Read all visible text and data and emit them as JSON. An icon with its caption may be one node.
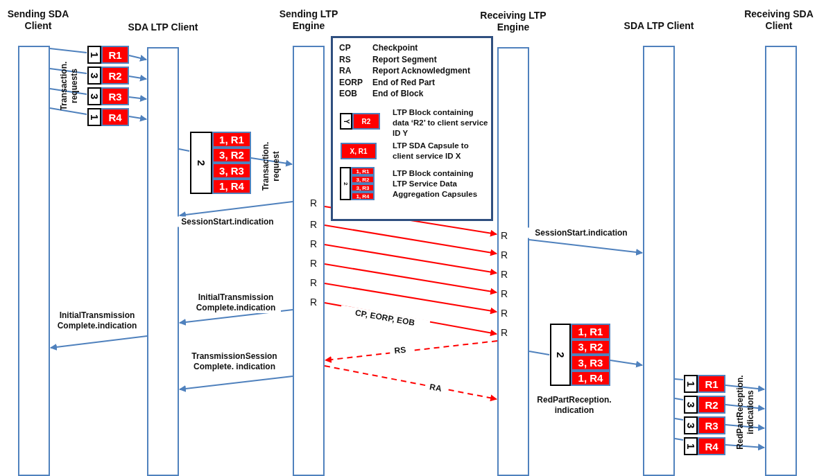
{
  "diagram": {
    "nodes": [
      {
        "text": [
          "Sending SDA Client"
        ]
      },
      {
        "text": [
          "SDA LTP Client"
        ]
      },
      {
        "text": [
          "Sending LTP Engine"
        ]
      },
      {
        "text": [
          "Receiving LTP Engine"
        ]
      },
      {
        "text": [
          "SDA LTP Client"
        ]
      },
      {
        "text": [
          "Receiving SDA Client"
        ]
      },
      {
        "text": [
          "CP",
          "Checkpoint",
          "RS",
          "Report Segment",
          "RA",
          "Report Acknowledgment",
          "EORP",
          "End of Red Part",
          "EOB",
          "End of Block"
        ]
      },
      {
        "text": [
          "Y",
          "R2"
        ],
        "in": 6,
        "beside": [
          "LTP Block containing data ‘R2’ to client service ID Y"
        ]
      },
      {
        "text": [
          "X, R1"
        ],
        "in": 6,
        "beside": [
          "LTP SDA Capsule to client service ID X"
        ]
      },
      {
        "text": [
          "2",
          "1, R1",
          "3, R2",
          "3, R3",
          "1, R4"
        ],
        "in": 6,
        "beside": [
          "LTP Block containing LTP Service Data Aggregation Capsules"
        ]
      },
      {
        "text": [
          "1",
          "R1"
        ]
      },
      {
        "text": [
          "3",
          "R2"
        ]
      },
      {
        "text": [
          "3",
          "R3"
        ]
      },
      {
        "text": [
          "1",
          "R4"
        ]
      },
      {
        "text": [
          "2",
          "1, R1",
          "3, R2",
          "3, R3",
          "1, R4"
        ]
      },
      {
        "text": [
          "2",
          "1, R1",
          "3, R2",
          "3, R3",
          "1, R4"
        ],
        "beside": [
          "RedPartReception. indication"
        ]
      },
      {
        "text": [
          "1",
          "R1"
        ]
      },
      {
        "text": [
          "3",
          "R2"
        ]
      },
      {
        "text": [
          "3",
          "R3"
        ]
      },
      {
        "text": [
          "1",
          "R4"
        ]
      }
    ],
    "edges": [
      {
        "from": 0,
        "to": 10,
        "arrow": "none"
      },
      {
        "from": 10,
        "to": 1,
        "arrow": "to"
      },
      {
        "from": 0,
        "to": 11,
        "arrow": "none"
      },
      {
        "from": 11,
        "to": 1,
        "arrow": "to"
      },
      {
        "from": 0,
        "to": 12,
        "arrow": "none"
      },
      {
        "from": 12,
        "to": 1,
        "arrow": "to"
      },
      {
        "from": 0,
        "to": 13,
        "arrow": "none"
      },
      {
        "from": 13,
        "to": 1,
        "arrow": "to"
      },
      {
        "from": 1,
        "to": 14,
        "arrow": "none"
      },
      {
        "from": 14,
        "to": 2,
        "arrow": "to",
        "label": "Transaction. request"
      },
      {
        "from": 2,
        "to": 1,
        "arrow": "to",
        "label": "SessionStart.indication"
      },
      {
        "from": 2,
        "to": 3,
        "arrow": "to",
        "color": "#ff0000"
      },
      {
        "from": 2,
        "to": 3,
        "arrow": "to",
        "color": "#ff0000"
      },
      {
        "from": 2,
        "to": 3,
        "arrow": "to",
        "color": "#ff0000"
      },
      {
        "from": 2,
        "to": 3,
        "arrow": "to",
        "color": "#ff0000"
      },
      {
        "from": 2,
        "to": 3,
        "arrow": "to",
        "color": "#ff0000"
      },
      {
        "from": 2,
        "to": 3,
        "arrow": "to",
        "color": "#ff0000",
        "label": "CP, EORP, EOB"
      },
      {
        "from": 3,
        "to": 4,
        "arrow": "to",
        "label": "SessionStart.indication"
      },
      {
        "from": 2,
        "to": 1,
        "arrow": "to",
        "label": "InitialTransmission Complete.indication"
      },
      {
        "from": 1,
        "to": 0,
        "arrow": "to",
        "label": "InitialTransmission Complete.indication"
      },
      {
        "from": 3,
        "to": 2,
        "arrow": "to",
        "style": "dashed",
        "color": "#ff0000",
        "label": "RS"
      },
      {
        "from": 2,
        "to": 3,
        "arrow": "to",
        "style": "dashed",
        "color": "#ff0000",
        "label": "RA"
      },
      {
        "from": 2,
        "to": 1,
        "arrow": "to",
        "label": "TransmissionSession Complete. indication"
      },
      {
        "from": 3,
        "to": 15,
        "arrow": "none"
      },
      {
        "from": 15,
        "to": 4,
        "arrow": "to"
      },
      {
        "from": 4,
        "to": 16,
        "arrow": "none"
      },
      {
        "from": 16,
        "to": 5,
        "arrow": "to"
      },
      {
        "from": 4,
        "to": 17,
        "arrow": "none"
      },
      {
        "from": 17,
        "to": 5,
        "arrow": "to"
      },
      {
        "from": 4,
        "to": 18,
        "arrow": "none"
      },
      {
        "from": 18,
        "to": 5,
        "arrow": "to"
      },
      {
        "from": 4,
        "to": 19,
        "arrow": "none"
      },
      {
        "from": 19,
        "to": 5,
        "arrow": "to"
      }
    ],
    "labels": [
      "Transaction. requests",
      "R",
      "R",
      "R",
      "R",
      "R",
      "R",
      "R",
      "R",
      "R",
      "R",
      "R",
      "R",
      "RedPartReception. indications"
    ]
  }
}
